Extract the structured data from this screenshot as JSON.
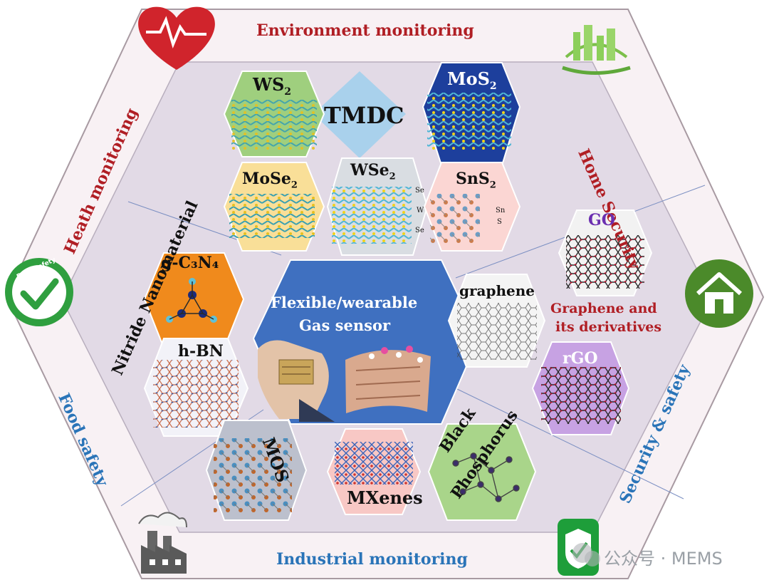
{
  "applications": {
    "environment": "Environment monitoring",
    "home": "Home Security",
    "security": "Security & safety",
    "industrial": "Industrial monitoring",
    "food": "Food safety",
    "health": "Heath monitoring"
  },
  "center": {
    "line1": "Flexible/wearable",
    "line2": "Gas sensor"
  },
  "groups": {
    "tmdc": "TMDC",
    "nitride": "Nitride Nanomaterial",
    "graphene_family_line1": "Graphene and",
    "graphene_family_line2": "its derivatives"
  },
  "materials": {
    "ws2": "WS",
    "ws2_sub": "2",
    "mos2": "MoS",
    "mos2_sub": "2",
    "mose2": "MoSe",
    "mose2_sub": "2",
    "wse2": "WSe",
    "wse2_sub": "2",
    "sns2": "SnS",
    "sns2_sub": "2",
    "gc3n4": "g-C₃N₄",
    "hbn": "h-BN",
    "go": "GO",
    "graphene": "graphene",
    "rgo": "rGO",
    "mos": "MOS",
    "mxenes": "MXenes",
    "bp1": "Black",
    "bp2": "Phosphorus"
  },
  "atom_labels": {
    "se_top": "Se",
    "w": "W",
    "se_bot": "Se",
    "sn": "Sn",
    "s": "S"
  },
  "badge": {
    "text": "Food safety"
  },
  "watermark": "公众号 · MEMS",
  "colors": {
    "app_red": "#b01e24",
    "app_blue": "#2a74b8",
    "center_blue": "#3f70c0",
    "outer_fill": "#f7f0f3",
    "inner_fill": "#e2dbe6"
  }
}
